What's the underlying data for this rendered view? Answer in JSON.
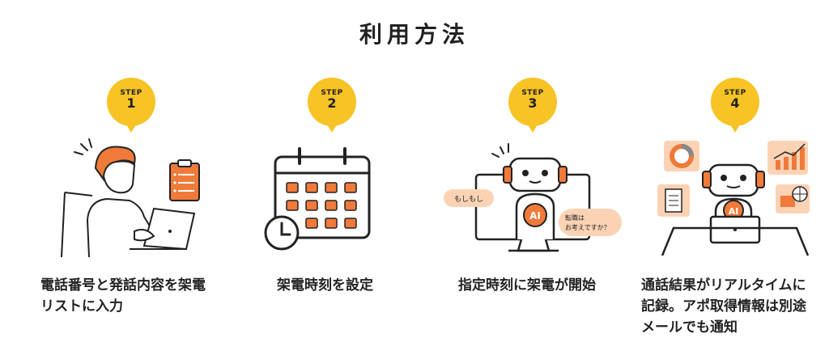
{
  "page": {
    "title": "利用方法"
  },
  "steps": [
    {
      "label": "STEP",
      "number": "1",
      "desc_lines": [
        "電話番号と発話内容を架電",
        "リストに入力"
      ]
    },
    {
      "label": "STEP",
      "number": "2",
      "desc_lines": [
        "架電時刻を設定"
      ]
    },
    {
      "label": "STEP",
      "number": "3",
      "desc_lines": [
        "指定時刻に架電が開始"
      ],
      "bubble_left": "もしもし",
      "bubble_right_1": "転職は",
      "bubble_right_2": "お考えですか？",
      "ai_label": "AI"
    },
    {
      "label": "STEP",
      "number": "4",
      "desc_lines": [
        "通話結果がリアルタイムに",
        "記録。アポ取得情報は別途",
        "メールでも通知"
      ],
      "ai_label": "AI"
    }
  ],
  "colors": {
    "accent_orange": "#f07a3a",
    "badge_yellow": "#f7c325",
    "peach": "#fbd3b4",
    "ink": "#222222"
  }
}
